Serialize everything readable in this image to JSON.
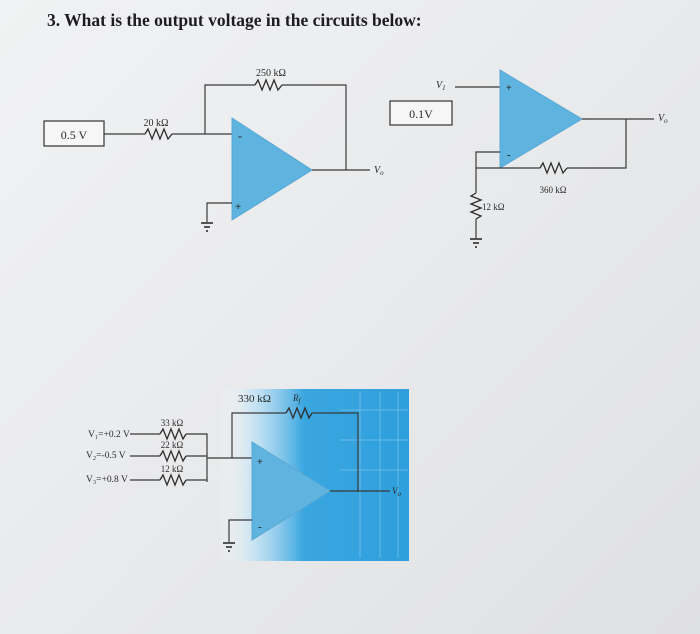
{
  "question": "3. What is the output voltage in the circuits below:",
  "circuit1": {
    "input_box": "0.5 V",
    "input_resistor": "20 kΩ",
    "feedback_resistor": "250 kΩ",
    "inv_sign": "-",
    "noninv_sign": "+",
    "output_label": "V",
    "output_sub": "o"
  },
  "circuit2": {
    "input_box": "0.1V",
    "input_label": "V",
    "input_sub": "1",
    "noninv_sign": "+",
    "inv_sign": "-",
    "ground_resistor": "12 kΩ",
    "feedback_resistor": "360 kΩ",
    "output_label": "V",
    "output_sub": "o"
  },
  "circuit3": {
    "feedback_resistor": "330 kΩ",
    "rf_label": "R",
    "rf_sub": "f",
    "inputs": [
      {
        "label": "V₁=+0.2 V",
        "resistor": "33 kΩ"
      },
      {
        "label": "V₂=-0.5 V",
        "resistor": "22 kΩ"
      },
      {
        "label": "V₃=+0.8 V",
        "resistor": "12 kΩ"
      }
    ],
    "noninv_sign": "+",
    "inv_sign": "-",
    "output_label": "V",
    "output_sub": "o"
  },
  "colors": {
    "opamp_fill": "#5fb3df",
    "highlight_panel": "#3aa6e0"
  }
}
